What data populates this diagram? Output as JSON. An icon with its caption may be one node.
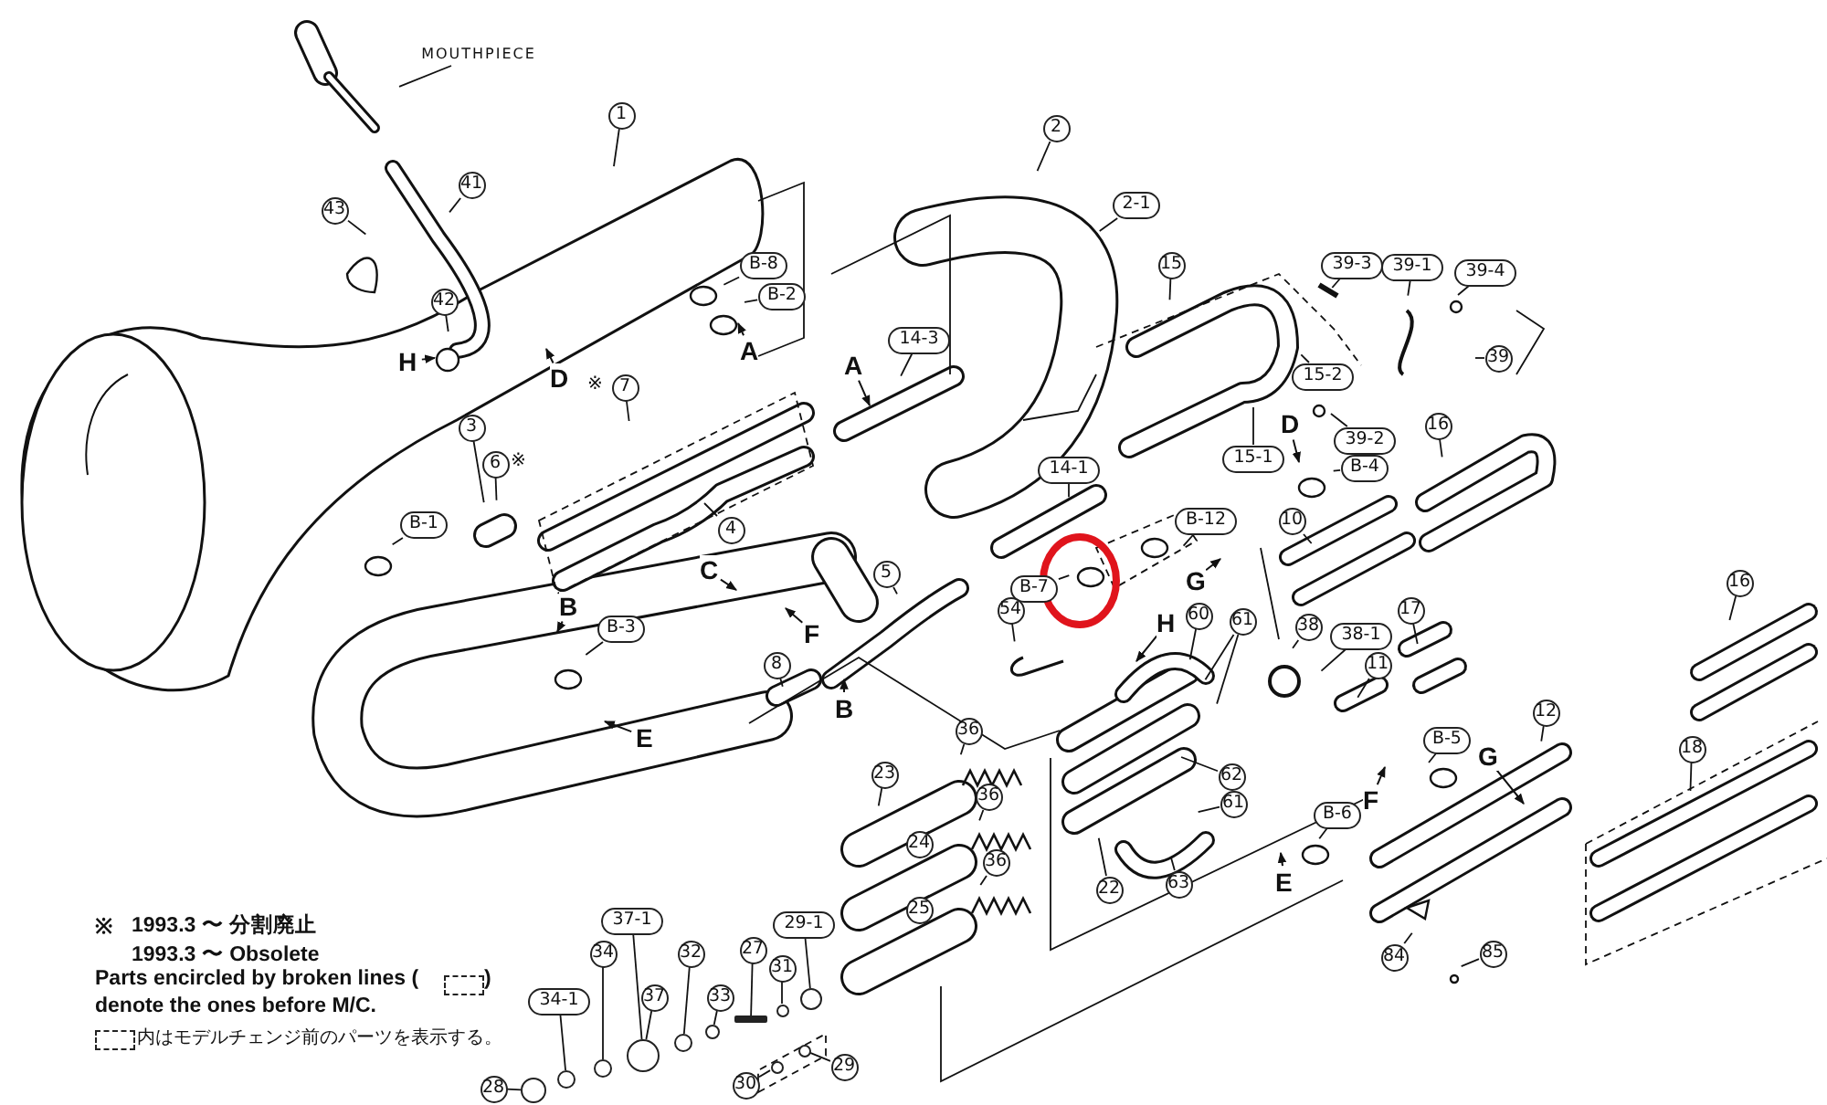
{
  "diagram": {
    "nodes": [
      {
        "text": [
          "MOUTHPIECE"
        ]
      },
      {
        "text": [
          "1"
        ]
      },
      {
        "text": [
          "2"
        ]
      },
      {
        "text": [
          "2-1"
        ]
      },
      {
        "text": [
          "43"
        ]
      },
      {
        "text": [
          "41"
        ]
      },
      {
        "text": [
          "15"
        ]
      },
      {
        "text": [
          "39-3"
        ]
      },
      {
        "text": [
          "39-1"
        ]
      },
      {
        "text": [
          "39-4"
        ]
      },
      {
        "text": [
          "B-8"
        ]
      },
      {
        "text": [
          "B-2"
        ]
      },
      {
        "text": [
          "42"
        ]
      },
      {
        "text": [
          "14-3"
        ]
      },
      {
        "text": [
          "39"
        ]
      },
      {
        "text": [
          "7"
        ],
        "beside": [
          "※"
        ]
      },
      {
        "text": [
          "15-2"
        ]
      },
      {
        "text": [
          "16"
        ]
      },
      {
        "text": [
          "3"
        ]
      },
      {
        "text": [
          "39-2"
        ]
      },
      {
        "text": [
          "15-1"
        ]
      },
      {
        "text": [
          "6"
        ],
        "beside": [
          "※"
        ]
      },
      {
        "text": [
          "B-4"
        ]
      },
      {
        "text": [
          "14-1"
        ]
      },
      {
        "text": [
          "B-12"
        ]
      },
      {
        "text": [
          "10"
        ]
      },
      {
        "text": [
          "B-1"
        ]
      },
      {
        "text": [
          "4"
        ]
      },
      {
        "text": [
          "5"
        ]
      },
      {
        "text": [
          "B-7"
        ]
      },
      {
        "text": [
          "54"
        ]
      },
      {
        "text": [
          "60"
        ]
      },
      {
        "text": [
          "61"
        ]
      },
      {
        "text": [
          "17"
        ]
      },
      {
        "text": [
          "38"
        ]
      },
      {
        "text": [
          "38-1"
        ]
      },
      {
        "text": [
          "B-3"
        ]
      },
      {
        "text": [
          "8"
        ]
      },
      {
        "text": [
          "11"
        ]
      },
      {
        "text": [
          "16"
        ]
      },
      {
        "text": [
          "12"
        ]
      },
      {
        "text": [
          "36"
        ]
      },
      {
        "text": [
          "B-5"
        ]
      },
      {
        "text": [
          "18"
        ]
      },
      {
        "text": [
          "23"
        ]
      },
      {
        "text": [
          "62"
        ]
      },
      {
        "text": [
          "61"
        ]
      },
      {
        "text": [
          "36"
        ]
      },
      {
        "text": [
          "B-6"
        ]
      },
      {
        "text": [
          "24"
        ]
      },
      {
        "text": [
          "36"
        ]
      },
      {
        "text": [
          "63"
        ]
      },
      {
        "text": [
          "22"
        ]
      },
      {
        "text": [
          "29-1"
        ]
      },
      {
        "text": [
          "25"
        ]
      },
      {
        "text": [
          "31"
        ]
      },
      {
        "text": [
          "32"
        ]
      },
      {
        "text": [
          "27"
        ]
      },
      {
        "text": [
          "85"
        ]
      },
      {
        "text": [
          "84"
        ]
      },
      {
        "text": [
          "33"
        ]
      },
      {
        "text": [
          "37-1"
        ]
      },
      {
        "text": [
          "37"
        ]
      },
      {
        "text": [
          "34"
        ]
      },
      {
        "text": [
          "34-1"
        ]
      },
      {
        "text": [
          "29"
        ]
      },
      {
        "text": [
          "28"
        ]
      },
      {
        "text": [
          "30"
        ]
      },
      {
        "text": [],
        "shape": "circle"
      },
      {
        "text": [],
        "shape": "circle"
      },
      {
        "text": [],
        "shape": "circle"
      },
      {
        "text": [],
        "shape": "circle"
      },
      {
        "text": [],
        "shape": "circle"
      },
      {
        "text": [],
        "shape": "circle"
      },
      {
        "text": [],
        "shape": "bar"
      },
      {
        "text": [],
        "shape": "circle"
      },
      {
        "text": [],
        "shape": "circle"
      },
      {
        "text": [],
        "shape": "circle"
      },
      {
        "text": [],
        "shape": "circle"
      }
    ],
    "edges": [
      {
        "from": 0,
        "to": null,
        "arrow": "none"
      },
      {
        "from": 1,
        "to": null,
        "arrow": "none"
      },
      {
        "from": 2,
        "to": null,
        "arrow": "none"
      },
      {
        "from": 3,
        "to": null,
        "arrow": "none"
      },
      {
        "from": 4,
        "to": null,
        "arrow": "none"
      },
      {
        "from": 5,
        "to": null,
        "arrow": "none"
      },
      {
        "from": 6,
        "to": null,
        "arrow": "none"
      },
      {
        "from": 7,
        "to": null,
        "arrow": "none"
      },
      {
        "from": 8,
        "to": null,
        "arrow": "none"
      },
      {
        "from": 9,
        "to": null,
        "arrow": "none"
      },
      {
        "from": 10,
        "to": null,
        "arrow": "none"
      },
      {
        "from": 11,
        "to": null,
        "arrow": "none"
      },
      {
        "from": 12,
        "to": null,
        "arrow": "none"
      },
      {
        "from": 13,
        "to": null,
        "arrow": "none"
      },
      {
        "from": 14,
        "to": null,
        "arrow": "none"
      },
      {
        "from": 15,
        "to": null,
        "arrow": "none"
      },
      {
        "from": 16,
        "to": null,
        "arrow": "none"
      },
      {
        "from": 17,
        "to": null,
        "arrow": "none"
      },
      {
        "from": 18,
        "to": null,
        "arrow": "none"
      },
      {
        "from": 19,
        "to": null,
        "arrow": "none"
      },
      {
        "from": 20,
        "to": null,
        "arrow": "none"
      },
      {
        "from": 21,
        "to": null,
        "arrow": "none"
      },
      {
        "from": 22,
        "to": null,
        "arrow": "none"
      },
      {
        "from": 23,
        "to": null,
        "arrow": "none"
      },
      {
        "from": 24,
        "to": null,
        "arrow": "none"
      },
      {
        "from": 25,
        "to": null,
        "arrow": "none"
      },
      {
        "from": 26,
        "to": null,
        "arrow": "none"
      },
      {
        "from": 27,
        "to": null,
        "arrow": "none"
      },
      {
        "from": 28,
        "to": null,
        "arrow": "none"
      },
      {
        "from": 29,
        "to": null,
        "arrow": "none"
      },
      {
        "from": 30,
        "to": null,
        "arrow": "none"
      },
      {
        "from": 31,
        "to": null,
        "arrow": "none"
      },
      {
        "from": 32,
        "to": null,
        "arrow": "none"
      },
      {
        "from": 32,
        "to": null,
        "arrow": "none"
      },
      {
        "from": 33,
        "to": null,
        "arrow": "none"
      },
      {
        "from": 34,
        "to": null,
        "arrow": "none"
      },
      {
        "from": 35,
        "to": null,
        "arrow": "none"
      },
      {
        "from": 36,
        "to": null,
        "arrow": "none"
      },
      {
        "from": 37,
        "to": null,
        "arrow": "none"
      },
      {
        "from": 38,
        "to": null,
        "arrow": "none"
      },
      {
        "from": 39,
        "to": null,
        "arrow": "none"
      },
      {
        "from": 40,
        "to": null,
        "arrow": "none"
      },
      {
        "from": 41,
        "to": null,
        "arrow": "none"
      },
      {
        "from": 42,
        "to": null,
        "arrow": "none"
      },
      {
        "from": 43,
        "to": null,
        "arrow": "none"
      },
      {
        "from": 44,
        "to": null,
        "arrow": "none"
      },
      {
        "from": 45,
        "to": null,
        "arrow": "none"
      },
      {
        "from": 46,
        "to": null,
        "arrow": "none"
      },
      {
        "from": 47,
        "to": null,
        "arrow": "none"
      },
      {
        "from": 48,
        "to": null,
        "arrow": "none"
      },
      {
        "from": 50,
        "to": null,
        "arrow": "none"
      },
      {
        "from": 51,
        "to": null,
        "arrow": "none"
      },
      {
        "from": 52,
        "to": null,
        "arrow": "none"
      },
      {
        "from": 53,
        "to": 78,
        "arrow": "none"
      },
      {
        "from": 55,
        "to": 76,
        "arrow": "none"
      },
      {
        "from": 56,
        "to": 72,
        "arrow": "none"
      },
      {
        "from": 57,
        "to": 74,
        "arrow": "none"
      },
      {
        "from": 58,
        "to": null,
        "arrow": "none"
      },
      {
        "from": 59,
        "to": null,
        "arrow": "none"
      },
      {
        "from": 60,
        "to": 73,
        "arrow": "none"
      },
      {
        "from": 61,
        "to": 71,
        "arrow": "none"
      },
      {
        "from": 62,
        "to": 71,
        "arrow": "none"
      },
      {
        "from": 63,
        "to": 70,
        "arrow": "none"
      },
      {
        "from": 64,
        "to": 69,
        "arrow": "none"
      },
      {
        "from": 65,
        "to": 77,
        "arrow": "none"
      },
      {
        "from": 66,
        "to": 68,
        "arrow": "none"
      },
      {
        "from": 67,
        "to": 75,
        "arrow": "none"
      }
    ],
    "labels": [
      "A",
      "H",
      "A",
      "D",
      "D",
      "C",
      "G",
      "B",
      "H",
      "F",
      "B",
      "E",
      "G",
      "F",
      "E",
      "※",
      "1993.3 〜 分割廃止",
      "1993.3 〜 Obsolete",
      "Parts encircled by broken lines (",
      ")",
      "denote the ones before M/C.",
      "内はモデルチェンジ前のパーツを表示する。"
    ]
  }
}
